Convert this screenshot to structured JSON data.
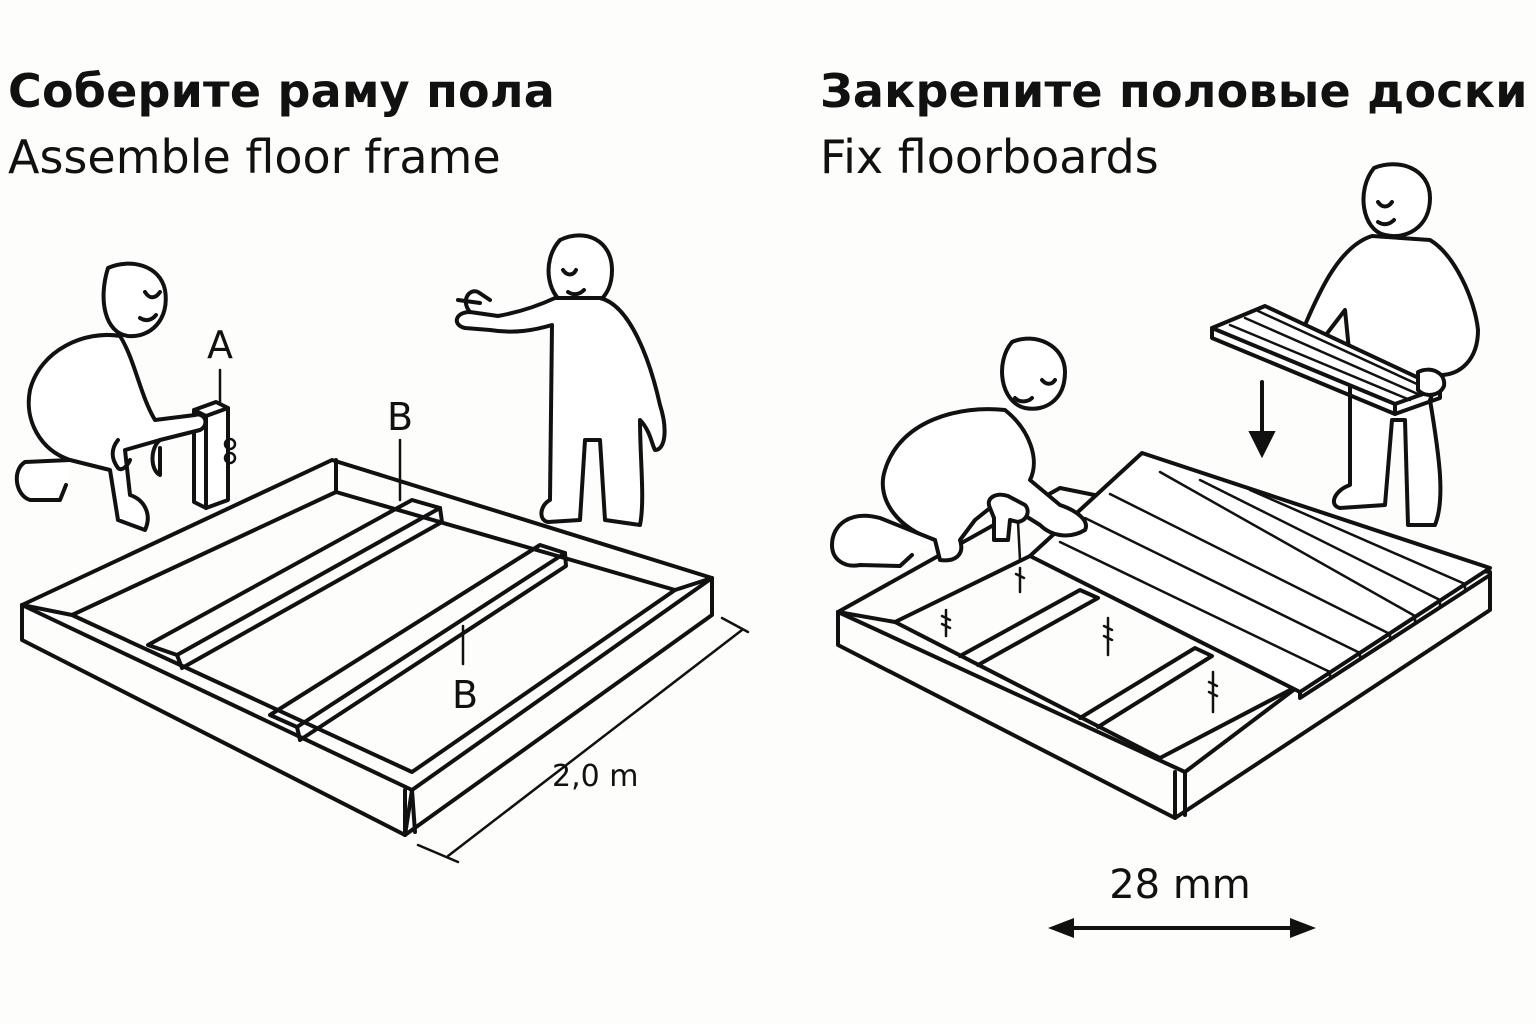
{
  "steps": [
    {
      "title_ru": "Соберите раму пола",
      "title_en": "Assemble floor frame",
      "part_a_label": "A",
      "part_b_label_top": "B",
      "part_b_label_bottom": "B",
      "dimension": "2,0 m"
    },
    {
      "title_ru": "Закрепите половые доски",
      "title_en": "Fix floorboards",
      "dimension": "28 mm"
    }
  ],
  "icons": [
    "kneeling-person-icon",
    "gesturing-person-icon",
    "drill-icon",
    "carrying-person-icon",
    "down-arrow-icon",
    "double-arrow-icon"
  ]
}
